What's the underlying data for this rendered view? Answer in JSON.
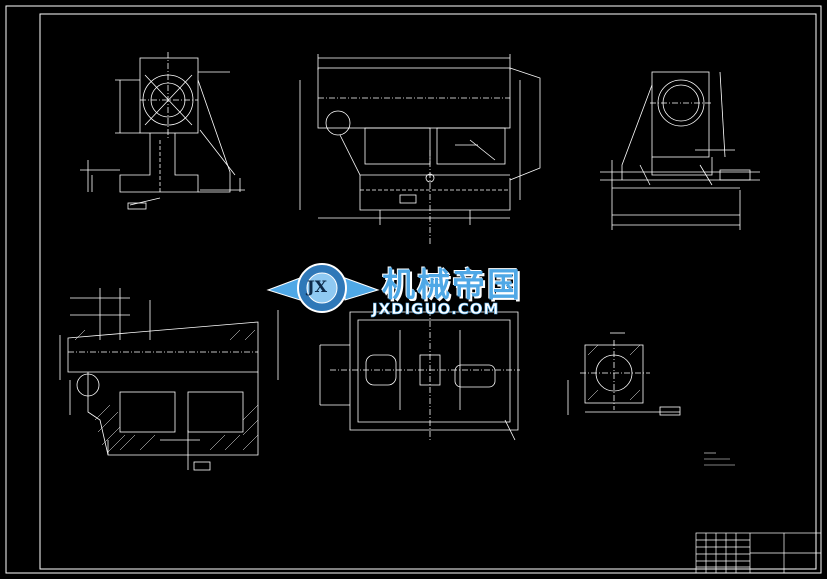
{
  "watermark": {
    "title_cn": "机械帝国",
    "domain": "JXDIGUO.COM",
    "badge": "JX"
  },
  "colors": {
    "background": "#000000",
    "line": "#ffffff",
    "watermark_blue": "#4fa8e6"
  }
}
